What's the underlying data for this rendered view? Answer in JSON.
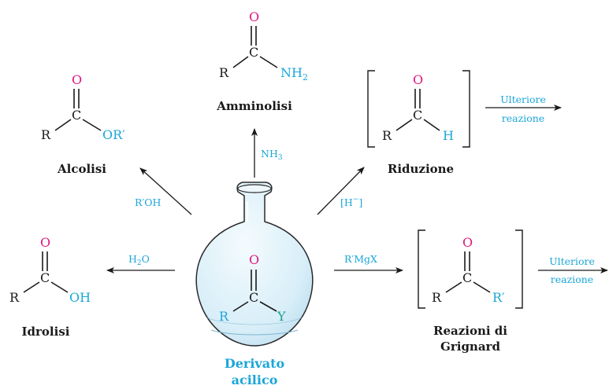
{
  "colors": {
    "oxygen": "#e0177f",
    "group": "#1aa6d8",
    "y_group": "#19a38b",
    "text": "#1a1a1a",
    "flask_fill": "#e4f3fa",
    "flask_stroke": "#2a2a2a"
  },
  "center": {
    "title_line1": "Derivato",
    "title_line2": "acilico",
    "atoms": {
      "O": "O",
      "C": "C",
      "R": "R",
      "Y": "Y"
    }
  },
  "reactions": {
    "aminolisi": {
      "name": "Amminolisi",
      "reagent": "NH",
      "reagent_sub": "3",
      "O": "O",
      "C": "C",
      "R": "R",
      "group": "NH",
      "group_sub": "2"
    },
    "alcolisi": {
      "name": "Alcolisi",
      "reagent": "R′OH",
      "O": "O",
      "C": "C",
      "R": "R",
      "group": "OR′"
    },
    "idrolisi": {
      "name": "Idrolisi",
      "reagent": "H",
      "reagent_sub": "2",
      "reagent_tail": "O",
      "O": "O",
      "C": "C",
      "R": "R",
      "group": "OH"
    },
    "riduzione": {
      "name": "Riduzione",
      "reagent": "[H",
      "reagent_sup": "−",
      "reagent_tail": "]",
      "O": "O",
      "C": "C",
      "R": "R",
      "group": "H",
      "followup_line1": "Ulteriore",
      "followup_line2": "reazione"
    },
    "grignard": {
      "name_line1": "Reazioni di",
      "name_line2": "Grignard",
      "reagent": "R′MgX",
      "O": "O",
      "C": "C",
      "R": "R",
      "group": "R′",
      "followup_line1": "Ulteriore",
      "followup_line2": "reazione"
    }
  }
}
